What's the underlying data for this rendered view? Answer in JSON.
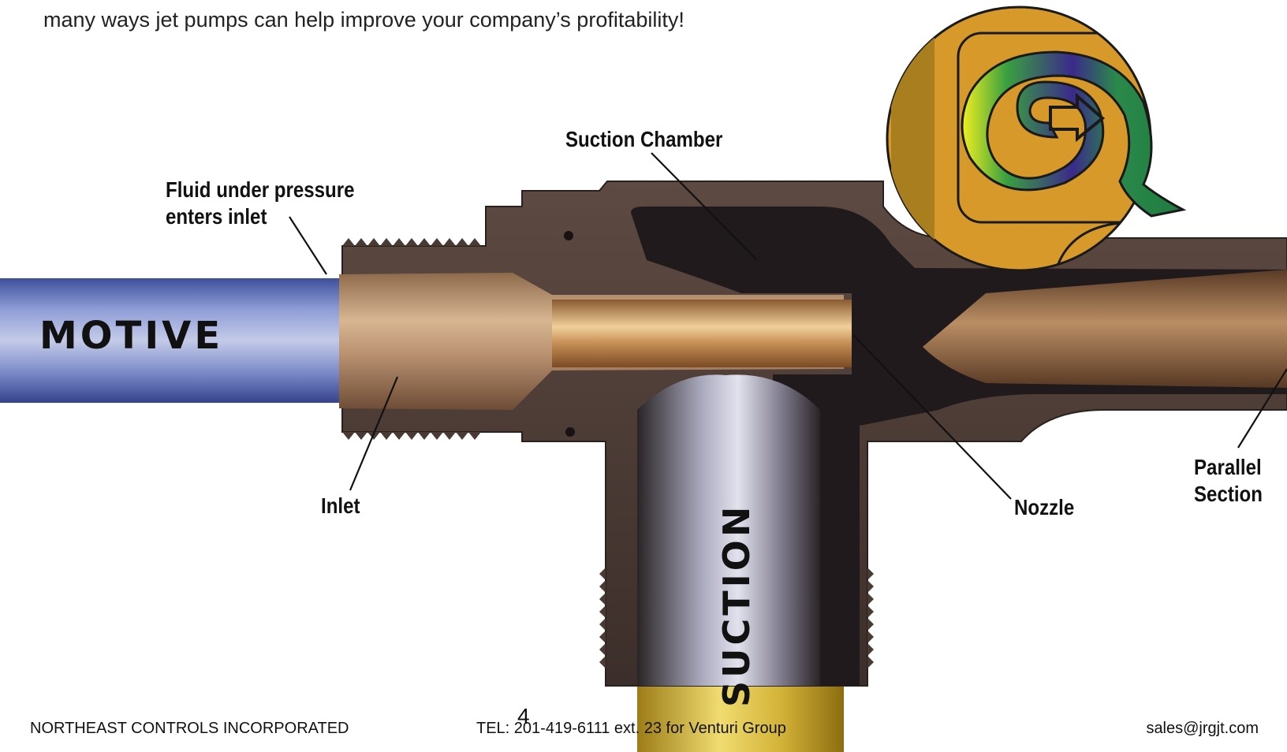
{
  "intro_text": "many ways jet pumps can help improve your company’s profitability!",
  "labels": {
    "suction_chamber": "Suction Chamber",
    "fluid_line1": "Fluid under pressure",
    "fluid_line2": "enters inlet",
    "inlet": "Inlet",
    "nozzle": "Nozzle",
    "parallel_line1": "Parallel",
    "parallel_line2": "Section",
    "motive": "MOTIVE",
    "suction": "SUCTION"
  },
  "footer": {
    "company": "NORTHEAST CONTROLS INCORPORATED",
    "page_number": "4",
    "phone": "TEL: 201-419-6111 ext. 23 for Venturi Group",
    "email": "sales@jrgjt.com"
  },
  "colors": {
    "motive_fluid": "#5a6ab0",
    "body_metal": "#4a3a34",
    "flow": "#b08a64",
    "suction_fluid": "#8a8aa0",
    "suction_pipe": "#c9a830",
    "logo_gold": "#d79a2a"
  },
  "icons": [
    "spiral-arrow-logo-icon"
  ]
}
